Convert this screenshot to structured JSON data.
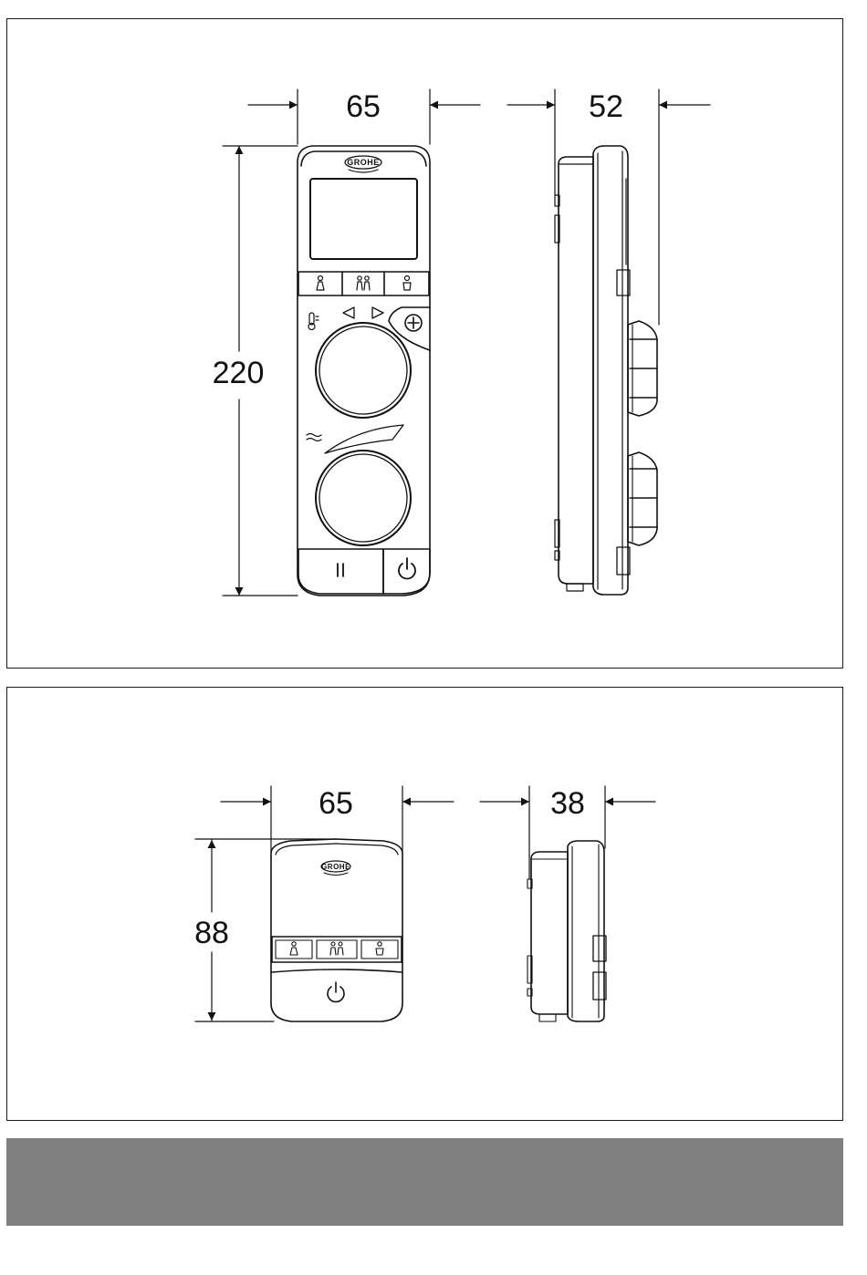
{
  "colors": {
    "line": "#111111",
    "footer_bar": "#808080",
    "background": "#ffffff"
  },
  "top_view": {
    "front": {
      "width_dim": "65",
      "height_dim": "220",
      "brand": "GROHE"
    },
    "side": {
      "depth_dim": "52"
    }
  },
  "bottom_view": {
    "front": {
      "width_dim": "65",
      "height_dim": "88",
      "brand": "GROHE"
    },
    "side": {
      "depth_dim": "38"
    }
  },
  "icons": [
    "person-single-icon",
    "persons-pair-icon",
    "person-seated-icon",
    "thermometer-icon",
    "arrow-left-icon",
    "arrow-right-icon",
    "plus-icon",
    "water-flow-icon",
    "pause-icon",
    "power-icon"
  ]
}
